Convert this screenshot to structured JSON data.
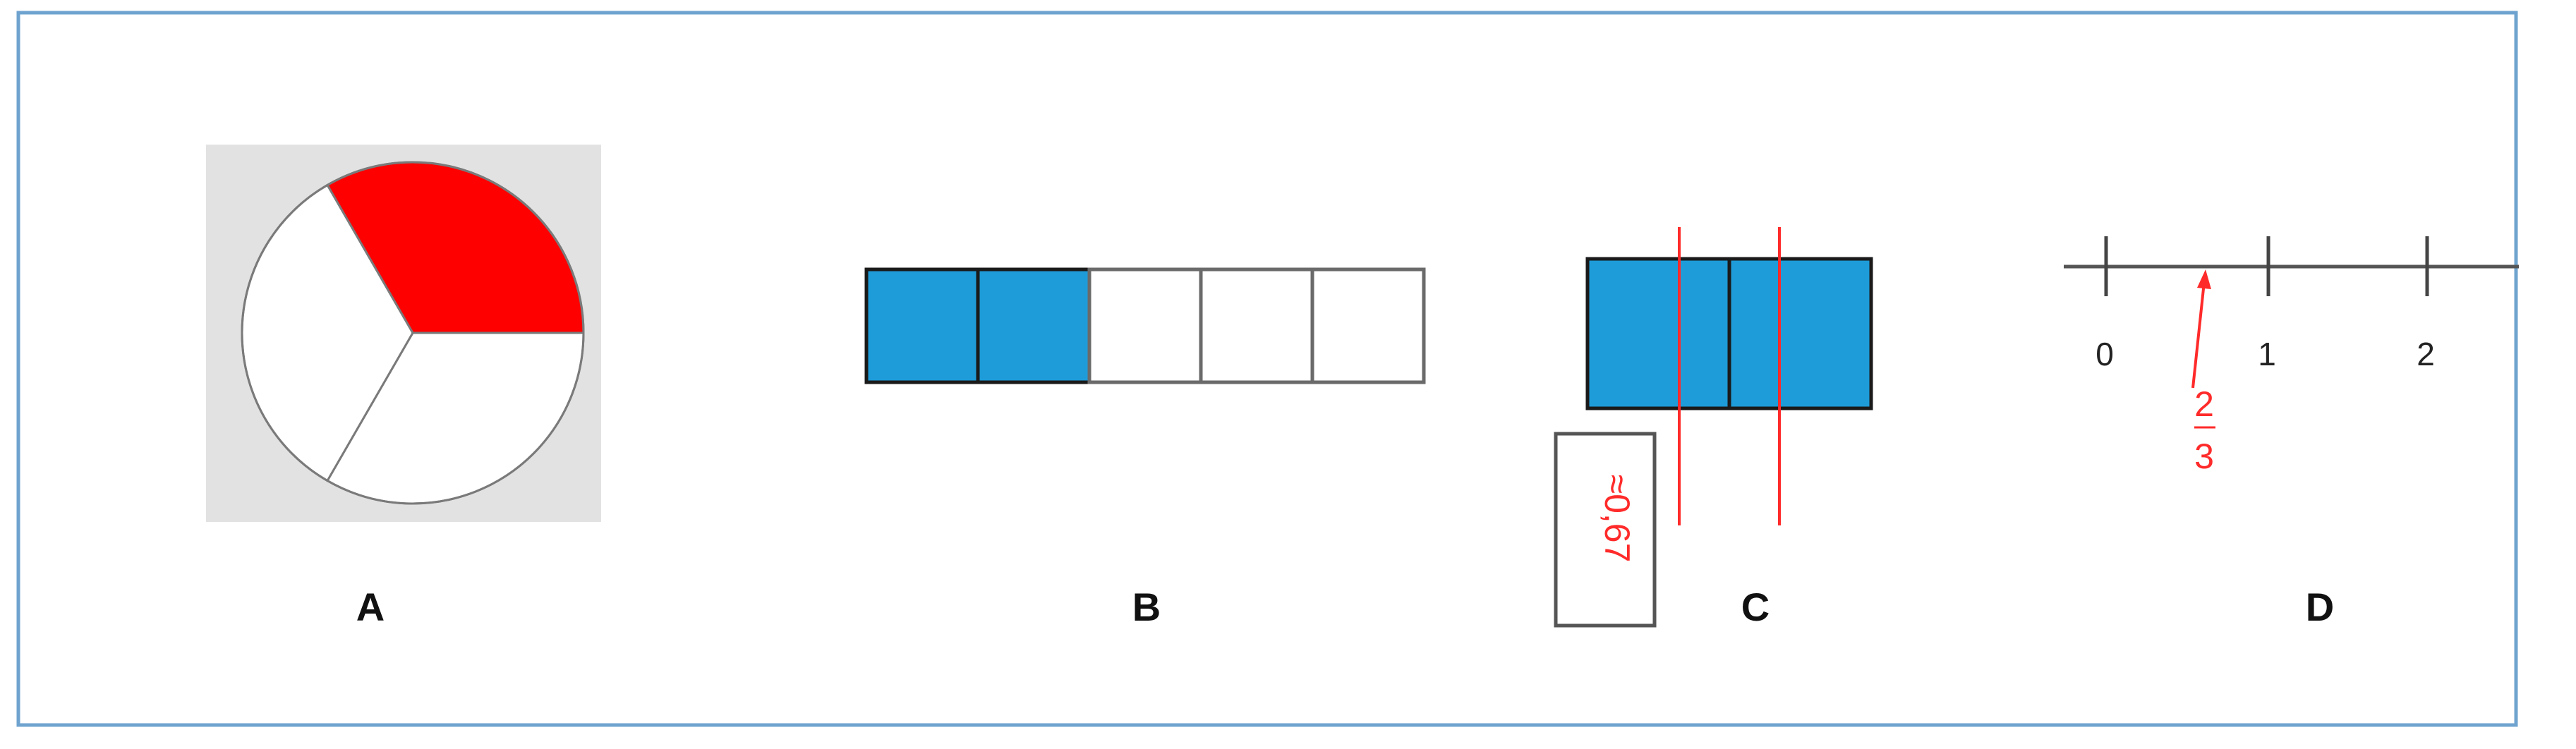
{
  "colors": {
    "frame": "#6fa3cf",
    "pie_bg": "#e2e2e2",
    "pie_shaded": "#ff0000",
    "bar_shaded": "#1e9cd9",
    "annotation": "#ff2a2a",
    "outline": "#555555"
  },
  "panels": {
    "a": {
      "label": "A",
      "total_parts": 3,
      "shaded_parts": 1
    },
    "b": {
      "label": "B",
      "total_parts": 5,
      "shaded_parts": 2
    },
    "c": {
      "label": "C",
      "total_parts": 2,
      "shaded_parts": 2,
      "box_text": "≈0,67"
    },
    "d": {
      "label": "D",
      "ticks": [
        "0",
        "1",
        "2"
      ],
      "fraction": {
        "numerator": "2",
        "denominator": "3"
      }
    }
  }
}
